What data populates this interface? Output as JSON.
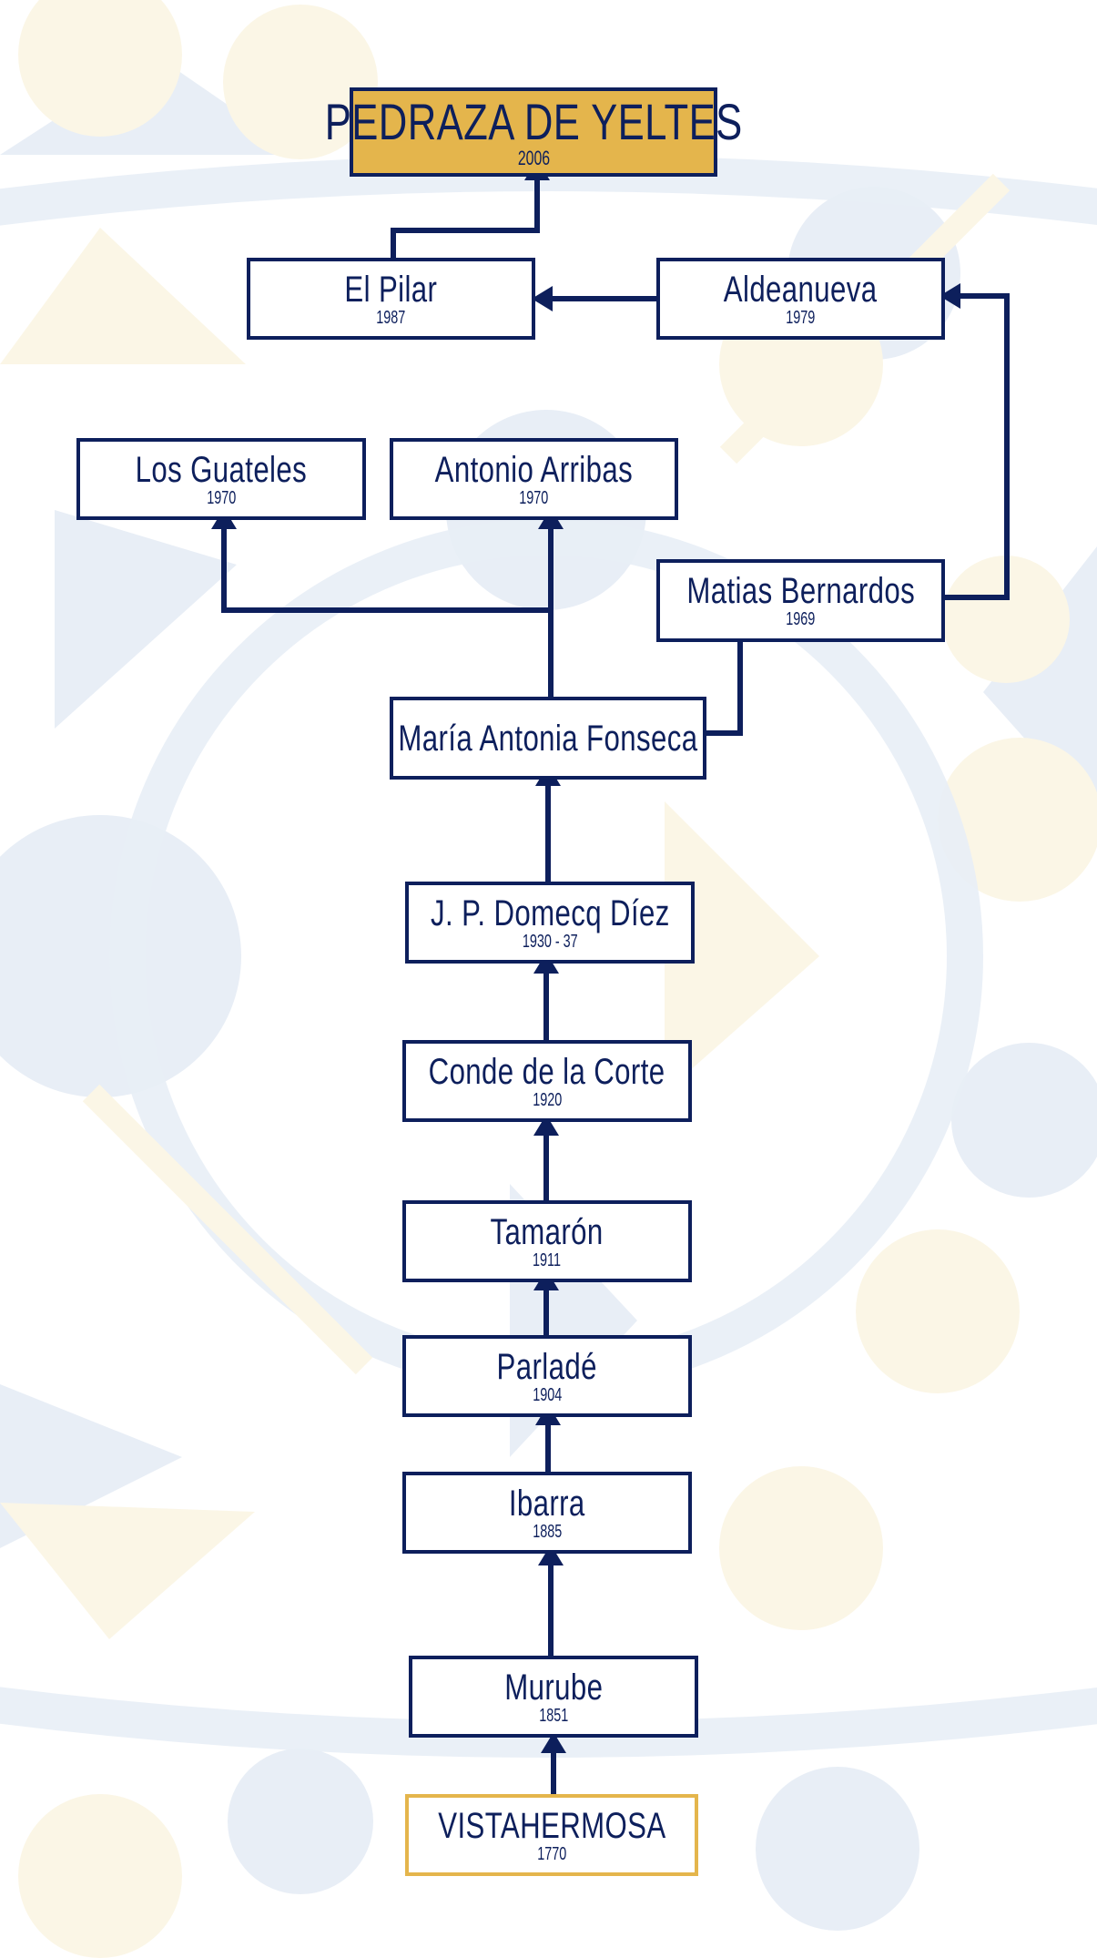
{
  "colors": {
    "navy": "#0d1f5c",
    "gold": "#e4b54c",
    "pattern_blue": "#e8eef6",
    "pattern_cream": "#fbf6e6"
  },
  "nodes": {
    "pedraza": {
      "name": "PEDRAZA DE YELTES",
      "year": "2006"
    },
    "el_pilar": {
      "name": "El Pilar",
      "year": "1987"
    },
    "aldeanueva": {
      "name": "Aldeanueva",
      "year": "1979"
    },
    "los_guateles": {
      "name": "Los Guateles",
      "year": "1970"
    },
    "antonio_arribas": {
      "name": "Antonio Arribas",
      "year": "1970"
    },
    "matias_bernardos": {
      "name": "Matias Bernardos",
      "year": "1969"
    },
    "maria_antonia_fonseca": {
      "name": "María Antonia Fonseca"
    },
    "domecq": {
      "name": "J. P. Domecq Díez",
      "year": "1930 - 37"
    },
    "conde_corte": {
      "name": "Conde de la Corte",
      "year": "1920"
    },
    "tamaron": {
      "name": "Tamarón",
      "year": "1911"
    },
    "parlade": {
      "name": "Parladé",
      "year": "1904"
    },
    "ibarra": {
      "name": "Ibarra",
      "year": "1885"
    },
    "murube": {
      "name": "Murube",
      "year": "1851"
    },
    "vistahermosa": {
      "name": "VISTAHERMOSA",
      "year": "1770"
    }
  }
}
